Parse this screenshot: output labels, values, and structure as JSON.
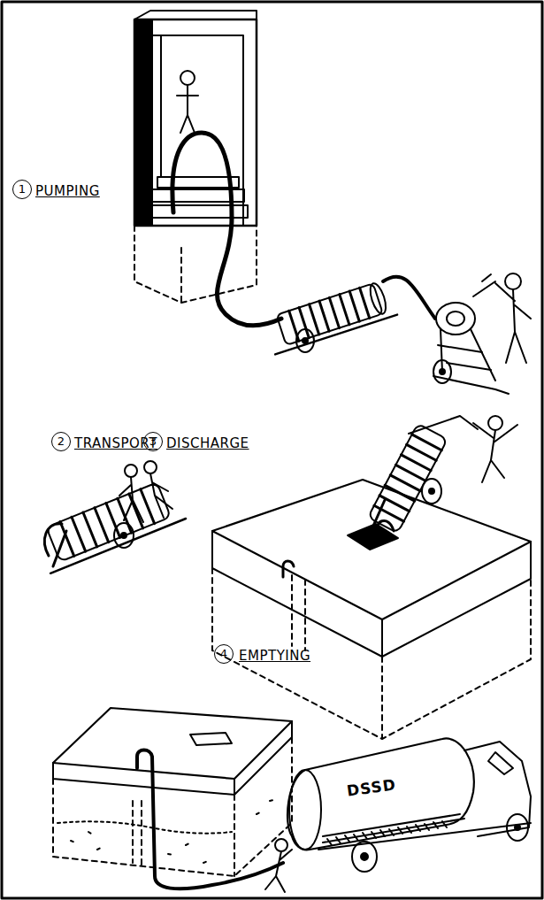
{
  "diagram": {
    "labels": [
      "1",
      "PUMPING",
      "2",
      "TRANSPORT",
      "3",
      "DISCHARGE",
      "4",
      "EMPTYING",
      "DSSD"
    ]
  }
}
